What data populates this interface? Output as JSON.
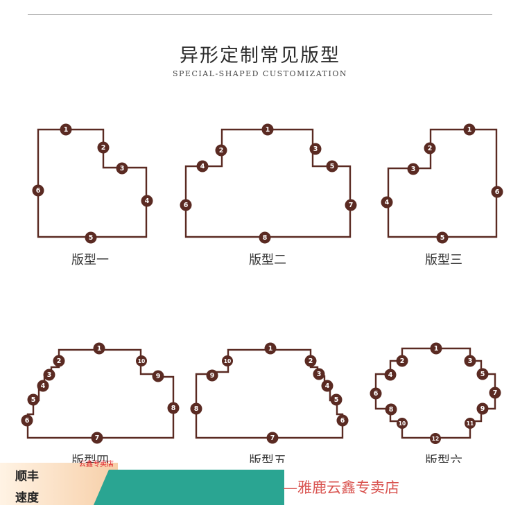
{
  "header": {
    "title": "异形定制常见版型",
    "subtitle": "SPECIAL-SHAPED CUSTOMIZATION"
  },
  "shapes": [
    {
      "label": "版型一"
    },
    {
      "label": "版型二"
    },
    {
      "label": "版型三"
    },
    {
      "label": "版型四"
    },
    {
      "label": "版型五"
    },
    {
      "label": "版型六"
    }
  ],
  "footer": {
    "badge_line1": "顺丰",
    "badge_line2": "速度",
    "watermark": "云鑫专卖店",
    "store_name": "—雅鹿云鑫专卖店"
  },
  "colors": {
    "outline": "#5a2a22",
    "node_text": "#ffffff",
    "teal_bar": "#2aa592",
    "store_text": "#d9534f"
  }
}
